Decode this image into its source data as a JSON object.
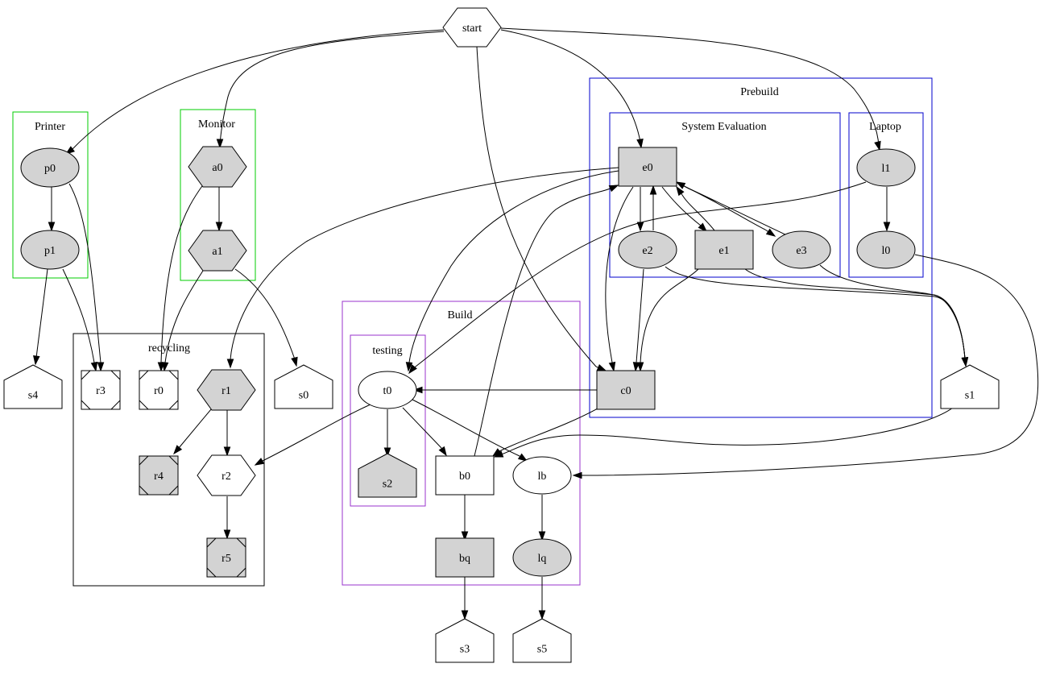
{
  "graph": {
    "type": "directed-graph",
    "clusters": [
      {
        "id": "printer",
        "label": "Printer",
        "color": "#00cc00"
      },
      {
        "id": "monitor",
        "label": "Monitor",
        "color": "#00cc00"
      },
      {
        "id": "recycling",
        "label": "recycling",
        "color": "#000000"
      },
      {
        "id": "build",
        "label": "Build",
        "color": "#9933cc"
      },
      {
        "id": "testing",
        "label": "testing",
        "color": "#9933cc"
      },
      {
        "id": "prebuild",
        "label": "Prebuild",
        "color": "#0000cc"
      },
      {
        "id": "sysEval",
        "label": "System Evaluation",
        "color": "#0000cc"
      },
      {
        "id": "laptop",
        "label": "Laptop",
        "color": "#0000cc"
      }
    ],
    "nodes": [
      {
        "id": "start",
        "label": "start",
        "shape": "hexagon",
        "fill": "#ffffff"
      },
      {
        "id": "p0",
        "label": "p0",
        "shape": "ellipse",
        "fill": "#d3d3d3",
        "cluster": "printer"
      },
      {
        "id": "p1",
        "label": "p1",
        "shape": "ellipse",
        "fill": "#d3d3d3",
        "cluster": "printer"
      },
      {
        "id": "a0",
        "label": "a0",
        "shape": "hexagon",
        "fill": "#d3d3d3",
        "cluster": "monitor"
      },
      {
        "id": "a1",
        "label": "a1",
        "shape": "hexagon",
        "fill": "#d3d3d3",
        "cluster": "monitor"
      },
      {
        "id": "r3",
        "label": "r3",
        "shape": "Msquare",
        "fill": "#ffffff",
        "cluster": "recycling"
      },
      {
        "id": "r0",
        "label": "r0",
        "shape": "Msquare",
        "fill": "#ffffff",
        "cluster": "recycling"
      },
      {
        "id": "r1",
        "label": "r1",
        "shape": "hexagon",
        "fill": "#d3d3d3",
        "cluster": "recycling"
      },
      {
        "id": "r4",
        "label": "r4",
        "shape": "Msquare",
        "fill": "#d3d3d3",
        "cluster": "recycling"
      },
      {
        "id": "r2",
        "label": "r2",
        "shape": "hexagon",
        "fill": "#ffffff",
        "cluster": "recycling"
      },
      {
        "id": "r5",
        "label": "r5",
        "shape": "Msquare",
        "fill": "#d3d3d3",
        "cluster": "recycling"
      },
      {
        "id": "s4",
        "label": "s4",
        "shape": "house",
        "fill": "#ffffff"
      },
      {
        "id": "s0",
        "label": "s0",
        "shape": "house",
        "fill": "#ffffff"
      },
      {
        "id": "t0",
        "label": "t0",
        "shape": "ellipse",
        "fill": "#ffffff",
        "cluster": "testing"
      },
      {
        "id": "s2",
        "label": "s2",
        "shape": "house",
        "fill": "#d3d3d3",
        "cluster": "testing"
      },
      {
        "id": "b0",
        "label": "b0",
        "shape": "box",
        "fill": "#ffffff",
        "cluster": "build"
      },
      {
        "id": "lb",
        "label": "lb",
        "shape": "ellipse",
        "fill": "#ffffff",
        "cluster": "build"
      },
      {
        "id": "bq",
        "label": "bq",
        "shape": "box",
        "fill": "#d3d3d3",
        "cluster": "build"
      },
      {
        "id": "lq",
        "label": "lq",
        "shape": "ellipse",
        "fill": "#d3d3d3",
        "cluster": "build"
      },
      {
        "id": "s3",
        "label": "s3",
        "shape": "house",
        "fill": "#ffffff"
      },
      {
        "id": "s5",
        "label": "s5",
        "shape": "house",
        "fill": "#ffffff"
      },
      {
        "id": "e0",
        "label": "e0",
        "shape": "box",
        "fill": "#d3d3d3",
        "cluster": "sysEval"
      },
      {
        "id": "e2",
        "label": "e2",
        "shape": "ellipse",
        "fill": "#d3d3d3",
        "cluster": "sysEval"
      },
      {
        "id": "e1",
        "label": "e1",
        "shape": "box",
        "fill": "#d3d3d3",
        "cluster": "sysEval"
      },
      {
        "id": "e3",
        "label": "e3",
        "shape": "ellipse",
        "fill": "#d3d3d3",
        "cluster": "sysEval"
      },
      {
        "id": "l1",
        "label": "l1",
        "shape": "ellipse",
        "fill": "#d3d3d3",
        "cluster": "laptop"
      },
      {
        "id": "l0",
        "label": "l0",
        "shape": "ellipse",
        "fill": "#d3d3d3",
        "cluster": "laptop"
      },
      {
        "id": "c0",
        "label": "c0",
        "shape": "box",
        "fill": "#d3d3d3",
        "cluster": "prebuild"
      },
      {
        "id": "s1",
        "label": "s1",
        "shape": "house",
        "fill": "#ffffff"
      }
    ],
    "edges": [
      {
        "from": "start",
        "to": "p0"
      },
      {
        "from": "start",
        "to": "a0"
      },
      {
        "from": "start",
        "to": "e0"
      },
      {
        "from": "start",
        "to": "l1"
      },
      {
        "from": "start",
        "to": "c0"
      },
      {
        "from": "p0",
        "to": "p1"
      },
      {
        "from": "p0",
        "to": "r3"
      },
      {
        "from": "p1",
        "to": "s4"
      },
      {
        "from": "p1",
        "to": "r3"
      },
      {
        "from": "a0",
        "to": "a1"
      },
      {
        "from": "a0",
        "to": "r0"
      },
      {
        "from": "a1",
        "to": "r0"
      },
      {
        "from": "a1",
        "to": "s0"
      },
      {
        "from": "r1",
        "to": "r4"
      },
      {
        "from": "r1",
        "to": "r2"
      },
      {
        "from": "r2",
        "to": "r5"
      },
      {
        "from": "e0",
        "to": "r1"
      },
      {
        "from": "e0",
        "to": "t0"
      },
      {
        "from": "e0",
        "to": "e2"
      },
      {
        "from": "e0",
        "to": "e1"
      },
      {
        "from": "e0",
        "to": "e3"
      },
      {
        "from": "e0",
        "to": "c0"
      },
      {
        "from": "e2",
        "to": "e0"
      },
      {
        "from": "e1",
        "to": "e0"
      },
      {
        "from": "e3",
        "to": "e0"
      },
      {
        "from": "e2",
        "to": "c0"
      },
      {
        "from": "e1",
        "to": "c0"
      },
      {
        "from": "e2",
        "to": "s1"
      },
      {
        "from": "e1",
        "to": "s1"
      },
      {
        "from": "e3",
        "to": "s1"
      },
      {
        "from": "l1",
        "to": "l0"
      },
      {
        "from": "l1",
        "to": "t0"
      },
      {
        "from": "l0",
        "to": "lb"
      },
      {
        "from": "c0",
        "to": "t0"
      },
      {
        "from": "c0",
        "to": "b0"
      },
      {
        "from": "s1",
        "to": "b0"
      },
      {
        "from": "t0",
        "to": "s2"
      },
      {
        "from": "t0",
        "to": "b0"
      },
      {
        "from": "t0",
        "to": "lb"
      },
      {
        "from": "t0",
        "to": "r2"
      },
      {
        "from": "b0",
        "to": "e0"
      },
      {
        "from": "b0",
        "to": "bq"
      },
      {
        "from": "lb",
        "to": "lq"
      },
      {
        "from": "bq",
        "to": "s3"
      },
      {
        "from": "lq",
        "to": "s5"
      }
    ]
  }
}
